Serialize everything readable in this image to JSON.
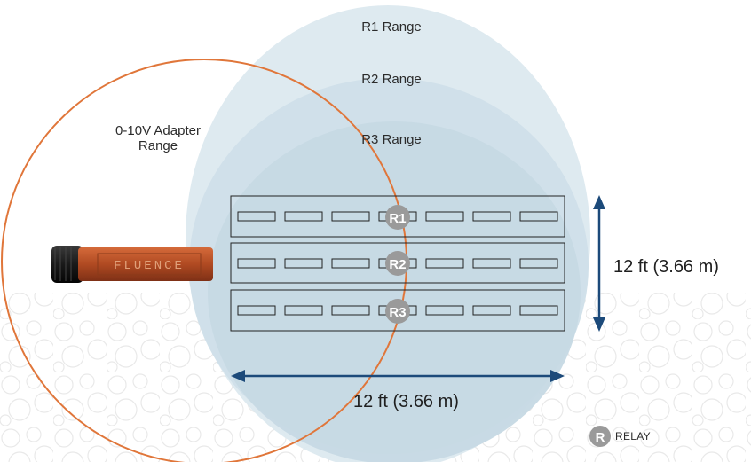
{
  "ranges": {
    "r1": "R1 Range",
    "r2": "R2 Range",
    "r3": "R3 Range"
  },
  "adapter": {
    "line1": "0-10V Adapter",
    "line2": "Range",
    "brand": "FLUENCE"
  },
  "relays": [
    "R1",
    "R2",
    "R3"
  ],
  "dimensions": {
    "vertical": "12 ft (3.66 m)",
    "horizontal": "12 ft (3.66 m)"
  },
  "legend": {
    "symbol": "R",
    "label": "RELAY"
  },
  "colors": {
    "range_fill": "#c9dbe6",
    "adapter_circle": "#e0763a",
    "arrow": "#1c4a7a",
    "relay_badge": "#9a9a9a",
    "adapter_body": "#b5532b"
  },
  "fixtures_per_row": 7
}
